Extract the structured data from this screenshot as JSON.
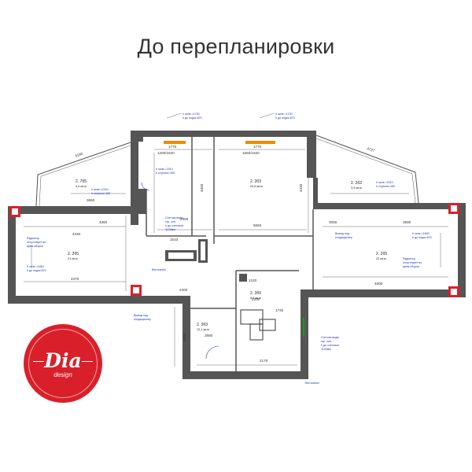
{
  "title": "До перепланировки",
  "logo": {
    "name": "Dia",
    "sub": "design"
  },
  "colors": {
    "wall": "#555555",
    "accent": "#d9202a",
    "note": "#2233bb",
    "window": "#f08a00"
  },
  "rooms": {
    "balcony_left": {
      "code": "2. 7б5",
      "area": "4,4 кв.м"
    },
    "room_top": {
      "code": "2. 3б3",
      "area": "20,6 кв.м"
    },
    "balcony_right": {
      "code": "2. 2б2",
      "area": "3,9 кв.м"
    },
    "room_left": {
      "code": "2. 2б5",
      "area": "21 кв.м"
    },
    "room_right": {
      "code": "2. 2б5",
      "area": "22 кв.м"
    },
    "room_center": {
      "code": "2. 3б0",
      "area": "8,9 кв.м"
    },
    "hall": {
      "code": "2. 3б3",
      "area": "12,1 кв.м"
    }
  },
  "dims": {
    "d1": "4190",
    "d2": "4727",
    "d3": "1770",
    "d4": "1770",
    "d5": "2400",
    "d6": "1510",
    "d7": "1200/1920",
    "d8": "1550/1920",
    "d9": "3660",
    "d10": "4340",
    "d11": "4360",
    "d12": "4370",
    "d13": "5660",
    "d14": "4300",
    "d15": "4330",
    "d16": "2690",
    "d17": "2400",
    "d18": "2880",
    "d19": "2170",
    "d20": "1740",
    "d21": "1220",
    "d22": "2200",
    "d23": "4800",
    "d24": "3050",
    "d25": "3690"
  },
  "notes": {
    "n1": "h окна =1730",
    "n2": "h до подок.870",
    "n3": "h окна =1730",
    "n4": "h до подок.870",
    "n5": "h окна =2310",
    "n6": "h ступени=150",
    "n7": "h окна =2310",
    "n8": "h ступени=160",
    "n9": "h окна =2310",
    "n10": "h ступени=160",
    "n11": "Счетчик воды",
    "n12": "гор. хол.",
    "n13": "h до счетчика",
    "n14": "1100мм",
    "n15": "Вентканал",
    "n16": "Радиатор",
    "n17": "отсутствует во",
    "n18": "врем сборки",
    "n19": "h окна =1660",
    "n20": "h до подок.870",
    "n21": "Вывод под",
    "n22": "кондиционер",
    "n23": "h окна =1660",
    "n24": "h до подок.870",
    "n25": "Радиатор",
    "n26": "отсутствует во",
    "n27": "врем сборки",
    "n28": "Вывод под",
    "n29": "кондиционер",
    "n30": "Счетчик воды",
    "n31": "гор. хол.",
    "n32": "h до счетчика",
    "n33": "1100мм",
    "n34": "Вентканал"
  }
}
